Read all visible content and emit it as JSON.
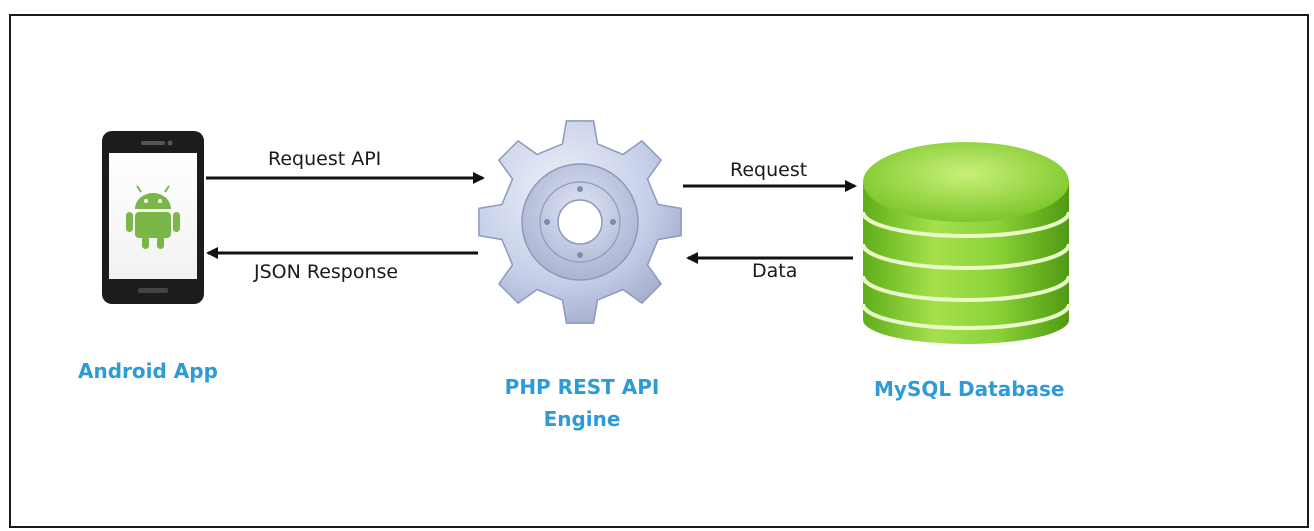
{
  "colors": {
    "node_label": "#2d9bd8",
    "arrow": "#111111",
    "gear": "#c6cfe8",
    "database": "#7ccf2c",
    "android": "#7ab648"
  },
  "nodes": {
    "android": {
      "label": "Android App",
      "icon": "smartphone-android-icon"
    },
    "api": {
      "label": "PHP REST API Engine",
      "label_line1": "PHP REST API",
      "label_line2": "Engine",
      "icon": "gear-icon"
    },
    "db": {
      "label": "MySQL Database",
      "icon": "database-icon"
    }
  },
  "edges": {
    "request_api": "Request API",
    "json_response": "JSON Response",
    "request": "Request",
    "data": "Data"
  }
}
